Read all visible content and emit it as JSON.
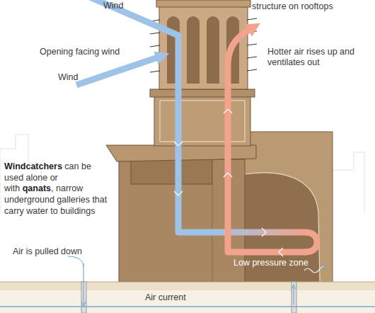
{
  "diagram": {
    "labels": [
      "Wind",
      "structure on rooftops",
      "Opening facing wind",
      "Wind",
      "Hotter air rises up and ventilates out",
      "Windcatchers",
      "can be used alone or with",
      "qanats",
      ", narrow underground galleries that carry water to buildings",
      "Air is pulled down",
      "Low pressure zone",
      "Air current"
    ]
  }
}
